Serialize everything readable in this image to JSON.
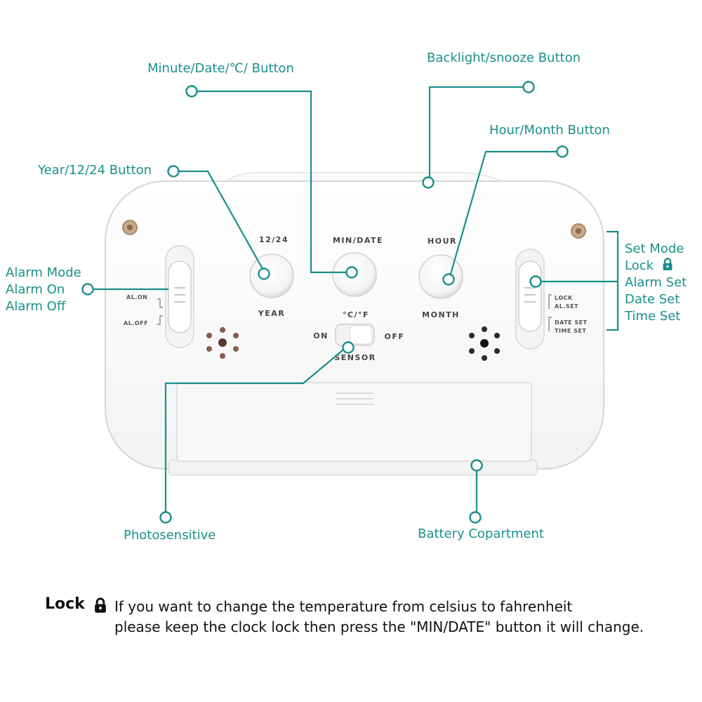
{
  "labels": {
    "min_date_button": "Minute/Date/℃/    Button",
    "backlight_button": "Backlight/snooze Button",
    "hour_month_button": "Hour/Month Button",
    "year_button": "Year/12/24 Button",
    "alarm_mode": [
      "Alarm Mode",
      "Alarm On",
      "Alarm Off"
    ],
    "set_mode": [
      "Set Mode",
      "Lock",
      "Alarm Set",
      "Date Set",
      "Time Set"
    ],
    "photosensitive": "Photosensitive",
    "battery": "Battery Copartment"
  },
  "clock_text": {
    "btn_left_top": "12/24",
    "btn_left_bottom": "YEAR",
    "btn_mid_top": "MIN/DATE",
    "btn_mid_bottom": "°C/°F",
    "btn_right_top": "HOUR",
    "btn_right_bottom": "MONTH",
    "sensor_on": "ON",
    "sensor_off": "OFF",
    "sensor": "SENSOR",
    "al_on": "AL.ON",
    "al_off": "AL.OFF",
    "lock": "LOCK",
    "al_set": "AL.SET",
    "date_set": "DATE SET",
    "time_set": "TIME SET"
  },
  "note": {
    "title": "Lock",
    "line1": "If you want to change the temperature from celsius to fahrenheit",
    "line2": "please keep the clock lock then press the \"MIN/DATE\" button it will change."
  },
  "colors": {
    "accent": "#1a8f8a",
    "body": "#ffffff",
    "outline": "#d8d8d8"
  }
}
